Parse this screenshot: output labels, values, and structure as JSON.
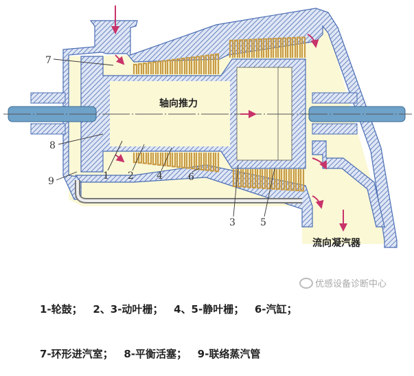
{
  "diagram": {
    "title_axial_thrust": "轴向推力",
    "outlet_label": "流向凝汽器",
    "part_numbers": {
      "p1": "1",
      "p2": "2",
      "p3": "3",
      "p4": "4",
      "p5": "5",
      "p6": "6",
      "p7": "7",
      "p8": "8",
      "p9": "9"
    }
  },
  "legend": {
    "line1": "1-轮鼓；   2、3-动叶栅；   4、5-静叶栅；   6-汽缸；",
    "line2": "7-环形进汽室；   8-平衡活塞；   9-联络蒸汽管"
  },
  "watermark": "优感设备诊断中心",
  "colors": {
    "casing": "#4a6db3",
    "fill": "#fbf8d6",
    "blade": "#c89b45",
    "arrow": "#c8336a"
  }
}
